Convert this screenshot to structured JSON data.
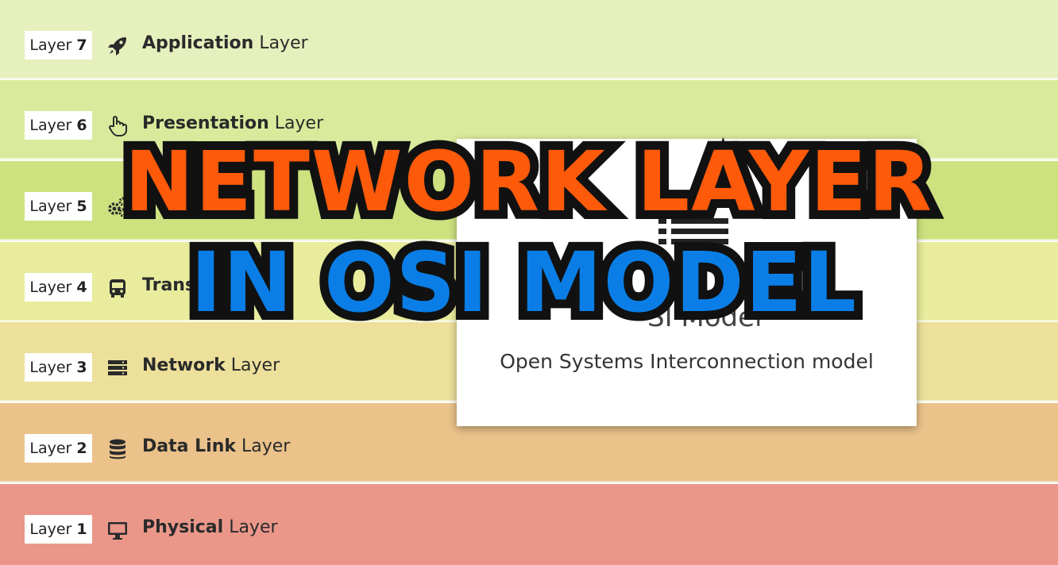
{
  "layers": [
    {
      "badge_word": "Layer",
      "badge_num": "7",
      "name_strong": "Application",
      "name_rest": " Layer",
      "icon": "rocket-icon",
      "color": "#e5f0bd"
    },
    {
      "badge_word": "Layer",
      "badge_num": "6",
      "name_strong": "Presentation",
      "name_rest": " Layer",
      "icon": "pointer-hand-icon",
      "color": "#d9ea9c"
    },
    {
      "badge_word": "Layer",
      "badge_num": "5",
      "name_strong": "S",
      "name_rest": "",
      "icon": "gears-icon",
      "color": "#cde27f"
    },
    {
      "badge_word": "Layer",
      "badge_num": "4",
      "name_strong": "Transpor",
      "name_rest": "",
      "icon": "bus-icon",
      "color": "#e8ec9c"
    },
    {
      "badge_word": "Layer",
      "badge_num": "3",
      "name_strong": "Network",
      "name_rest": " Layer",
      "icon": "server-icon",
      "color": "#ece09b"
    },
    {
      "badge_word": "Layer",
      "badge_num": "2",
      "name_strong": "Data Link",
      "name_rest": " Layer",
      "icon": "database-icon",
      "color": "#eac28a"
    },
    {
      "badge_word": "Layer",
      "badge_num": "1",
      "name_strong": "Physical",
      "name_rest": " Layer",
      "icon": "monitor-icon",
      "color": "#ea978a"
    }
  ],
  "card": {
    "partial_title": "SI Model",
    "subtitle": "Open Systems Interconnection model",
    "icon": "list-icon"
  },
  "overlay": {
    "line1": "NETWORK LAYER",
    "line2": "IN OSI MODEL",
    "line1_color": "#ff5a0a",
    "line2_color": "#0a7ee6",
    "outline_color": "#111111"
  }
}
